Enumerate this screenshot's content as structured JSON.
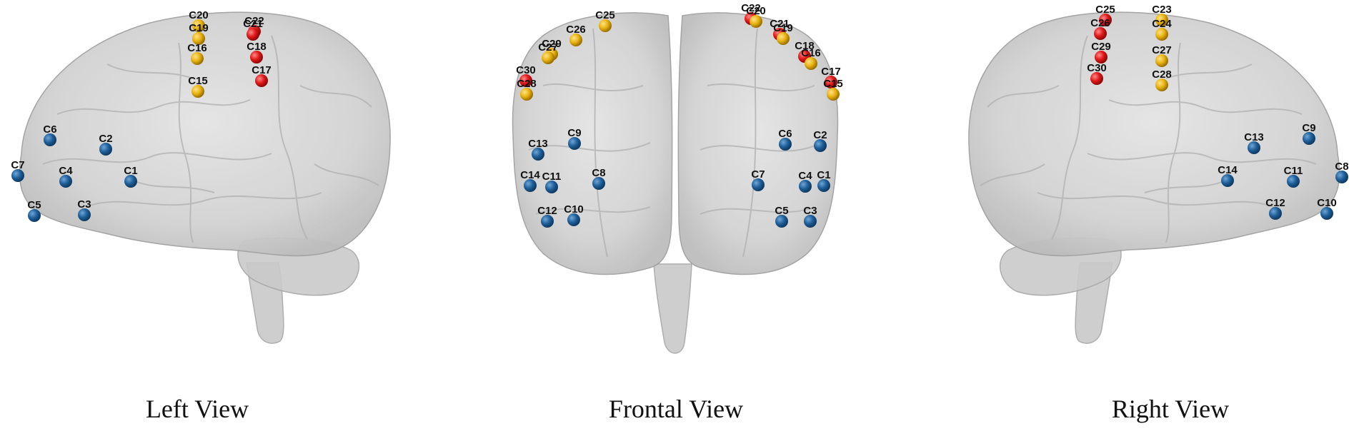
{
  "colors": {
    "blue_channel": "#1f5f99",
    "red_channel": "#e01818",
    "yellow_channel": "#e8b20f",
    "brain_fill": "#cfcfcf",
    "brain_edge": "#9a9a9a"
  },
  "views": [
    {
      "id": "left",
      "caption": "Left View",
      "channels": [
        {
          "label": "C20",
          "color": "yellow"
        },
        {
          "label": "C19",
          "color": "yellow"
        },
        {
          "label": "C16",
          "color": "yellow"
        },
        {
          "label": "C15",
          "color": "yellow"
        },
        {
          "label": "C22",
          "color": "red"
        },
        {
          "label": "C21",
          "color": "red"
        },
        {
          "label": "C18",
          "color": "red"
        },
        {
          "label": "C17",
          "color": "red"
        },
        {
          "label": "C6",
          "color": "blue"
        },
        {
          "label": "C2",
          "color": "blue"
        },
        {
          "label": "C7",
          "color": "blue"
        },
        {
          "label": "C4",
          "color": "blue"
        },
        {
          "label": "C1",
          "color": "blue"
        },
        {
          "label": "C5",
          "color": "blue"
        },
        {
          "label": "C3",
          "color": "blue"
        }
      ]
    },
    {
      "id": "frontal",
      "caption": "Frontal View",
      "channels": [
        {
          "label": "C26",
          "color": "yellow"
        },
        {
          "label": "C25",
          "color": "yellow"
        },
        {
          "label": "C29",
          "color": "yellow"
        },
        {
          "label": "C27",
          "color": "yellow"
        },
        {
          "label": "C30",
          "color": "red"
        },
        {
          "label": "C28",
          "color": "yellow"
        },
        {
          "label": "C22",
          "color": "red"
        },
        {
          "label": "C20",
          "color": "yellow"
        },
        {
          "label": "C21",
          "color": "red"
        },
        {
          "label": "C19",
          "color": "yellow"
        },
        {
          "label": "C18",
          "color": "red"
        },
        {
          "label": "C16",
          "color": "yellow"
        },
        {
          "label": "C17",
          "color": "red"
        },
        {
          "label": "C15",
          "color": "yellow"
        },
        {
          "label": "C13",
          "color": "blue"
        },
        {
          "label": "C9",
          "color": "blue"
        },
        {
          "label": "C14",
          "color": "blue"
        },
        {
          "label": "C11",
          "color": "blue"
        },
        {
          "label": "C8",
          "color": "blue"
        },
        {
          "label": "C12",
          "color": "blue"
        },
        {
          "label": "C10",
          "color": "blue"
        },
        {
          "label": "C6",
          "color": "blue"
        },
        {
          "label": "C2",
          "color": "blue"
        },
        {
          "label": "C7",
          "color": "blue"
        },
        {
          "label": "C4",
          "color": "blue"
        },
        {
          "label": "C1",
          "color": "blue"
        },
        {
          "label": "C5",
          "color": "blue"
        },
        {
          "label": "C3",
          "color": "blue"
        }
      ]
    },
    {
      "id": "right",
      "caption": "Right View",
      "channels": [
        {
          "label": "C25",
          "color": "red"
        },
        {
          "label": "C26",
          "color": "red"
        },
        {
          "label": "C29",
          "color": "red"
        },
        {
          "label": "C30",
          "color": "red"
        },
        {
          "label": "C23",
          "color": "yellow"
        },
        {
          "label": "C24",
          "color": "yellow"
        },
        {
          "label": "C27",
          "color": "yellow"
        },
        {
          "label": "C28",
          "color": "yellow"
        },
        {
          "label": "C13",
          "color": "blue"
        },
        {
          "label": "C9",
          "color": "blue"
        },
        {
          "label": "C14",
          "color": "blue"
        },
        {
          "label": "C11",
          "color": "blue"
        },
        {
          "label": "C8",
          "color": "blue"
        },
        {
          "label": "C12",
          "color": "blue"
        },
        {
          "label": "C10",
          "color": "blue"
        }
      ]
    }
  ]
}
